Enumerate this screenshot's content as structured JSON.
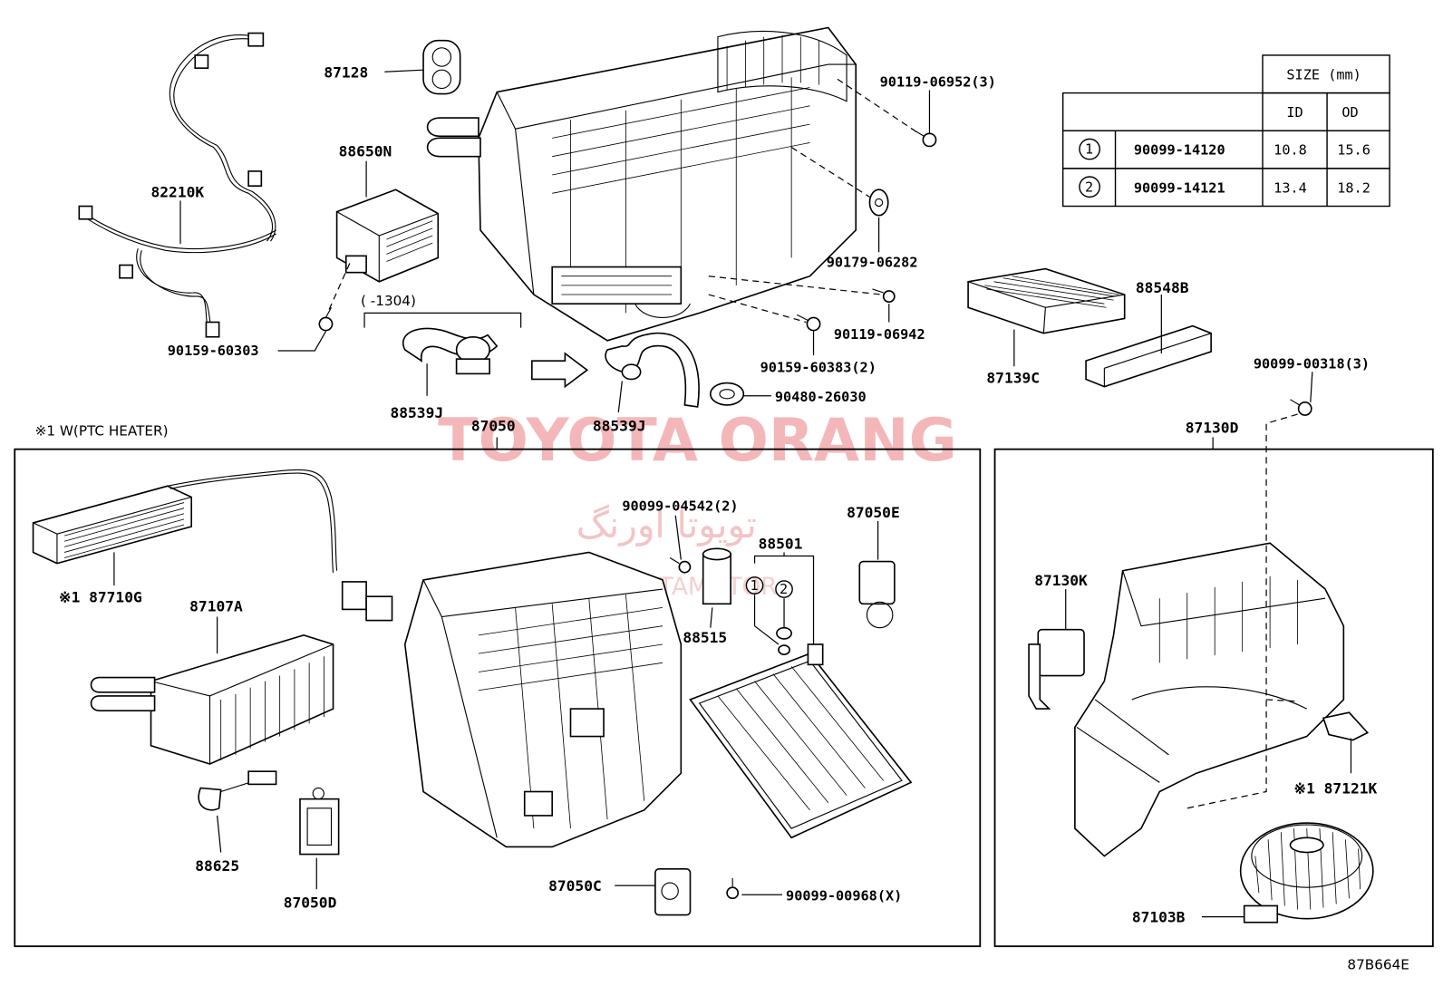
{
  "watermark": {
    "main": "TOYOTA ORANG",
    "persian": "تویوتا اورنگ",
    "sub": "TOYOTAMOTOR"
  },
  "diagram_code": "87B664E",
  "section_note": "※1 W(PTC HEATER)",
  "date_note": "(      -1304)",
  "size_table": {
    "title": "SIZE (mm)",
    "col_id": "ID",
    "col_od": "OD",
    "rows": [
      {
        "mark": "1",
        "part": "90099-14120",
        "id": "10.8",
        "od": "15.6"
      },
      {
        "mark": "2",
        "part": "90099-14121",
        "id": "13.4",
        "od": "18.2"
      }
    ]
  },
  "callouts": {
    "p87128": "87128",
    "p82210K": "82210K",
    "p88650N": "88650N",
    "p90159_60303": "90159-60303",
    "p90119_06952": "90119-06952(3)",
    "p90179_06282": "90179-06282",
    "p90119_06942": "90119-06942",
    "p90159_60383": "90159-60383(2)",
    "p90480_26030": "90480-26030",
    "p88539J_a": "88539J",
    "p87050": "87050",
    "p88539J_b": "88539J",
    "p88548B": "88548B",
    "p87139C": "87139C",
    "p90099_00318": "90099-00318(3)",
    "p87130D": "87130D",
    "p87710G": "※1 87710G",
    "p87107A": "87107A",
    "p90099_04542": "90099-04542(2)",
    "p88501": "88501",
    "p87050E": "87050E",
    "p88515": "88515",
    "p88625": "88625",
    "p87050D": "87050D",
    "p87050C": "87050C",
    "p90099_00968": "90099-00968(X)",
    "p87130K": "87130K",
    "p87121K": "※1 87121K",
    "p87103B": "87103B",
    "ring1": "1",
    "ring2": "2"
  }
}
